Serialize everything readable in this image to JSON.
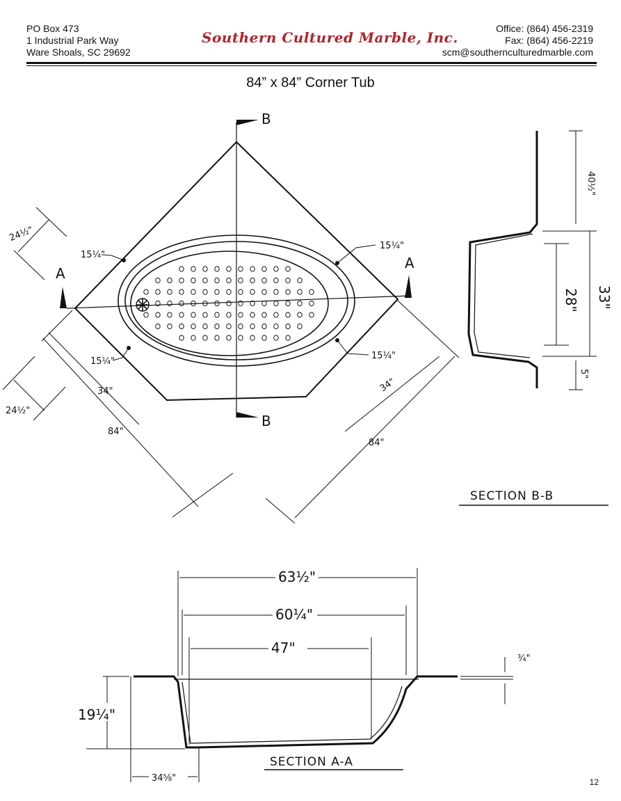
{
  "header": {
    "address_lines": [
      "PO Box 473",
      "1 Industrial Park Way",
      "Ware Shoals, SC 29692"
    ],
    "company": "Southern Cultured Marble, Inc.",
    "contact_lines": [
      "Office: (864) 456-2319",
      "Fax: (864) 456-2219",
      "scm@southernculturedmarble.com"
    ]
  },
  "title": "84” x 84” Corner Tub",
  "plan": {
    "section_b_top": "B",
    "section_b_bottom": "B",
    "section_a_left": "A",
    "section_a_right": "A",
    "dim_offset_upper_left": "24½\"",
    "dim_offset_lower_left": "24½\"",
    "dim_corner_ul": "15¼\"",
    "dim_corner_ur": "15¼\"",
    "dim_corner_ll": "15¼\"",
    "dim_corner_lr": "15¼\"",
    "dim_side_left": "34\"",
    "dim_side_right": "34\"",
    "dim_overall_left": "84\"",
    "dim_overall_right": "84\""
  },
  "section_bb": {
    "label": "SECTION B-B",
    "dim_deck": "40½\"",
    "dim_height": "33\"",
    "dim_inner": "28\"",
    "dim_lip": "5\""
  },
  "section_aa": {
    "label": "SECTION A-A",
    "dim_overall": "63½\"",
    "dim_inner": "60¼\"",
    "dim_floor": "47\"",
    "dim_rim": "¾\"",
    "dim_depth": "19¼\"",
    "dim_offset": "34⅝\""
  },
  "page_number": "12",
  "colors": {
    "company_red": "#b0242a",
    "ink": "#111111"
  }
}
